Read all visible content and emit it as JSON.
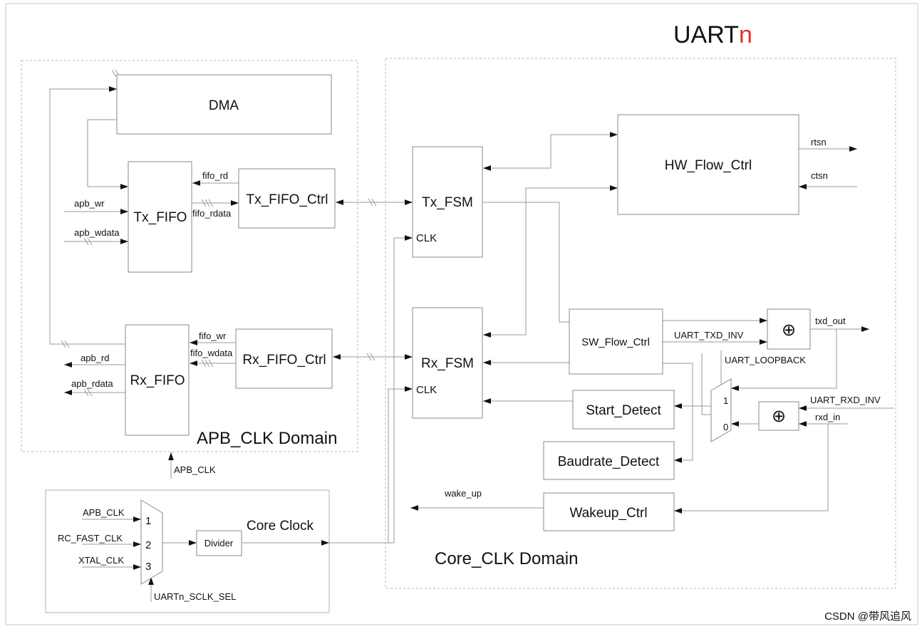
{
  "title": {
    "main": "UART",
    "suffix": "n",
    "suffix_color": "#e0302a"
  },
  "domains": {
    "apb": "APB_CLK Domain",
    "core": "Core_CLK Domain"
  },
  "blocks": {
    "dma": "DMA",
    "tx_fifo": "Tx_FIFO",
    "tx_fifo_ctrl": "Tx_FIFO_Ctrl",
    "rx_fifo": "Rx_FIFO",
    "rx_fifo_ctrl": "Rx_FIFO_Ctrl",
    "tx_fsm": "Tx_FSM",
    "rx_fsm": "Rx_FSM",
    "hw_flow_ctrl": "HW_Flow_Ctrl",
    "sw_flow_ctrl": "SW_Flow_Ctrl",
    "start_detect": "Start_Detect",
    "baudrate_detect": "Baudrate_Detect",
    "wakeup_ctrl": "Wakeup_Ctrl",
    "divider": "Divider"
  },
  "signals": {
    "apb_wr": "apb_wr",
    "apb_wdata": "apb_wdata",
    "apb_rd": "apb_rd",
    "apb_rdata": "apb_rdata",
    "fifo_rd": "fifo_rd",
    "fifo_rdata": "fifo_rdata",
    "fifo_wr": "fifo_wr",
    "fifo_wdata": "fifo_wdata",
    "clk_tx": "CLK",
    "clk_rx": "CLK",
    "rtsn": "rtsn",
    "ctsn": "ctsn",
    "txd_out": "txd_out",
    "uart_txd_inv": "UART_TXD_INV",
    "uart_loopback": "UART_LOOPBACK",
    "uart_rxd_inv": "UART_RXD_INV",
    "rxd_in": "rxd_in",
    "wake_up": "wake_up",
    "apb_clk_in": "APB_CLK",
    "apb_clk": "APB_CLK",
    "rc_fast_clk": "RC_FAST_CLK",
    "xtal_clk": "XTAL_CLK",
    "sclk_sel": "UARTn_SCLK_SEL",
    "core_clock": "Core Clock"
  },
  "mux_inputs": {
    "clk_1": "1",
    "clk_2": "2",
    "clk_3": "3",
    "loop_1": "1",
    "loop_0": "0"
  },
  "xor_symbol": "⊕",
  "watermark": "CSDN @带风追风"
}
